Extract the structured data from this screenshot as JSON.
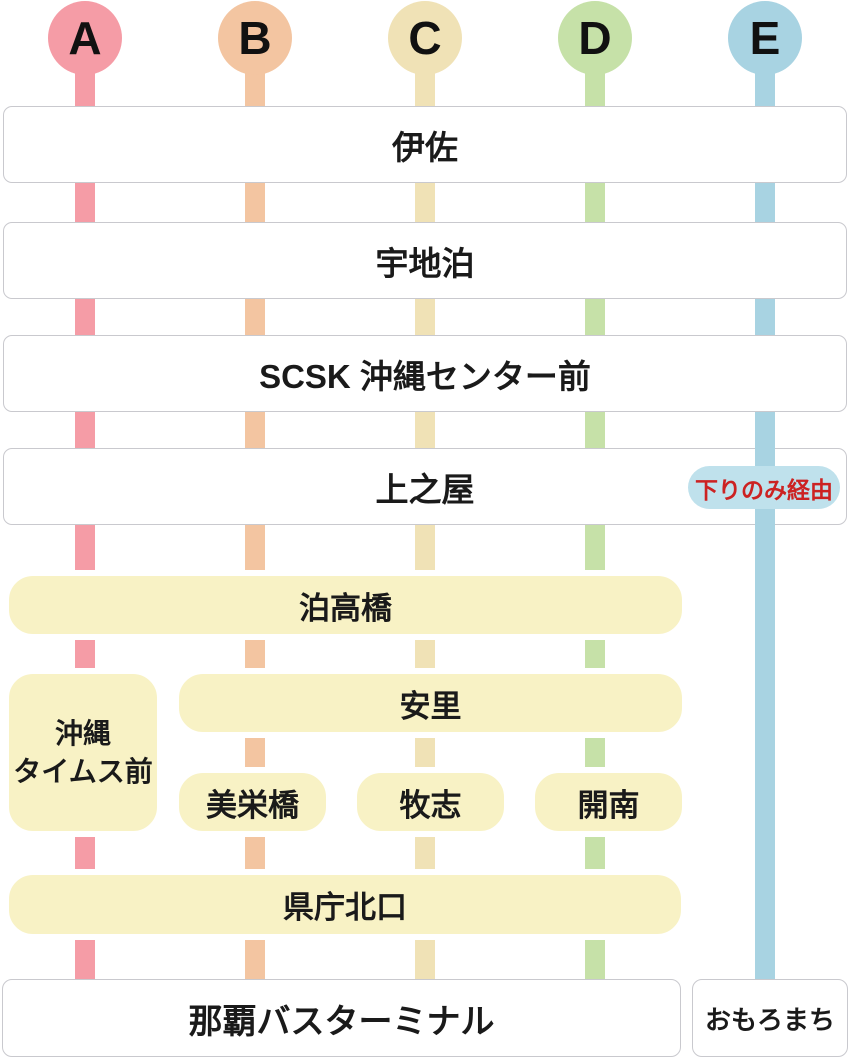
{
  "routes": [
    {
      "id": "A",
      "label": "A",
      "color": "#f59ca6"
    },
    {
      "id": "B",
      "label": "B",
      "color": "#f3c5a1"
    },
    {
      "id": "C",
      "label": "C",
      "color": "#f0e2b6"
    },
    {
      "id": "D",
      "label": "D",
      "color": "#c6e1a8"
    },
    {
      "id": "E",
      "label": "E",
      "color": "#a8d3e2"
    }
  ],
  "stations": {
    "isa": {
      "label": "伊佐"
    },
    "uchidomari": {
      "label": "宇地泊"
    },
    "scsk": {
      "label": "SCSK 沖縄センター前"
    },
    "uenoya": {
      "label": "上之屋"
    },
    "tomari": {
      "label": "泊高橋"
    },
    "times": {
      "label": "沖縄タイムス前",
      "lines": [
        "沖縄",
        "タイムス前"
      ]
    },
    "asato": {
      "label": "安里"
    },
    "miebashi": {
      "label": "美栄橋"
    },
    "makishi": {
      "label": "牧志"
    },
    "kainan": {
      "label": "開南"
    },
    "kencho": {
      "label": "県庁北口"
    },
    "naha": {
      "label": "那覇バスターミナル"
    },
    "omoro": {
      "label": "おもろまち"
    }
  },
  "badge": {
    "label": "下りのみ経由",
    "text_color": "#cc2222",
    "bg_color": "#bfe1ec"
  },
  "colors": {
    "yellow_box": "#f8f2c5",
    "white_bar_border": "#c9c9ce",
    "text": "#1a1a1a"
  }
}
